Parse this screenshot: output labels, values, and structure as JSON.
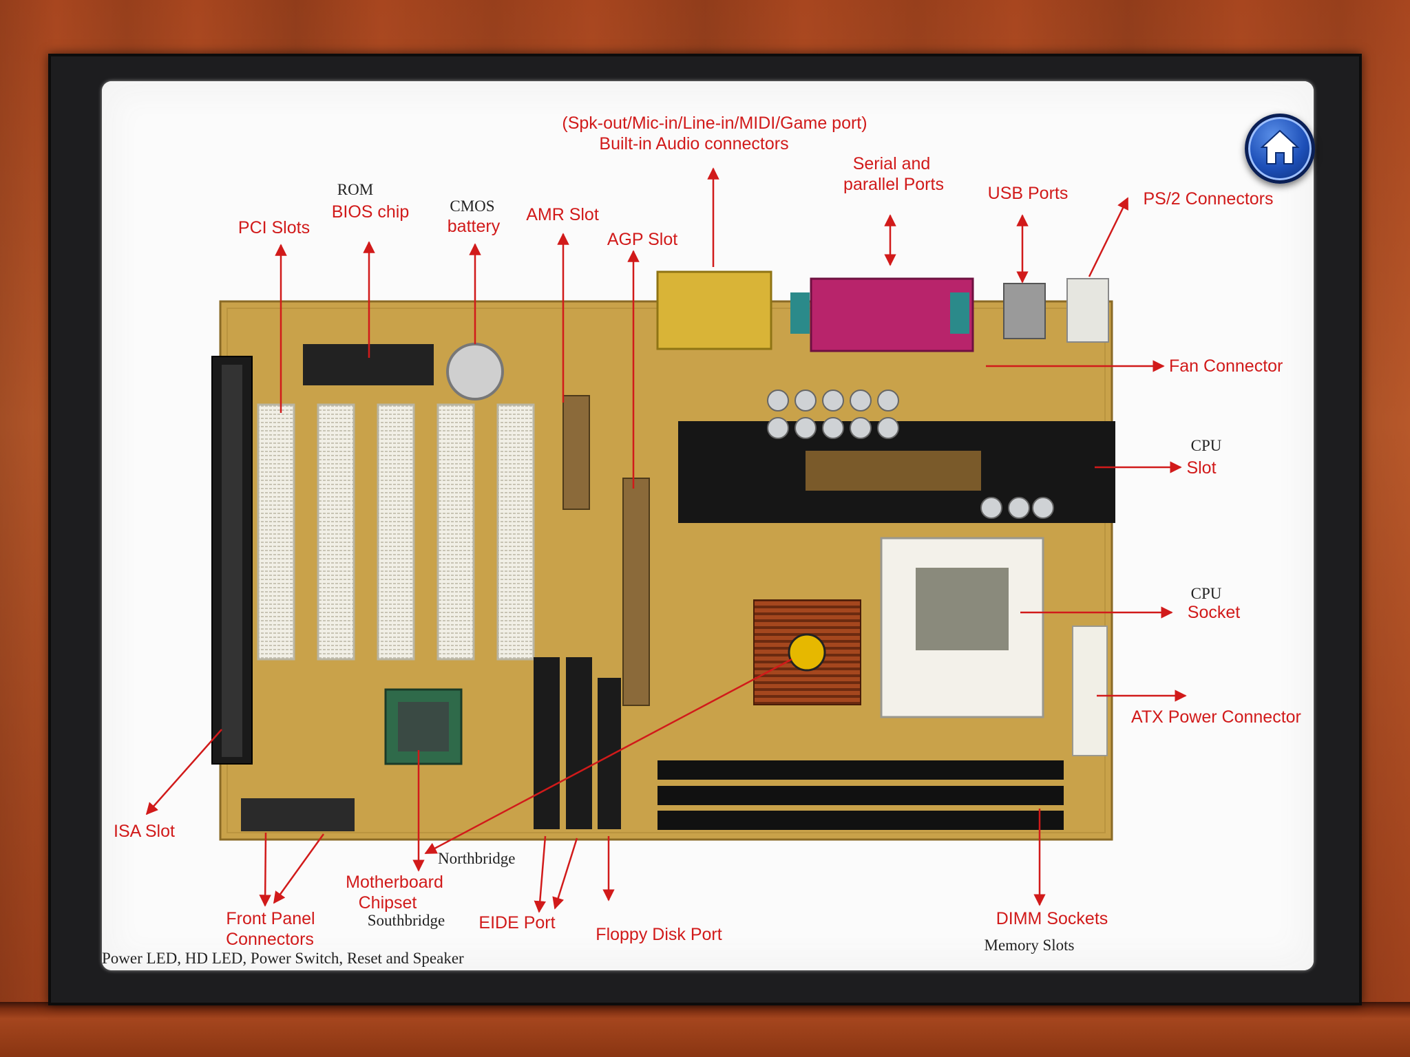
{
  "labels": {
    "audio_line1": "(Spk-out/Mic-in/Line-in/MIDI/Game port)",
    "audio_line2": "Built-in Audio connectors",
    "serial_line1": "Serial and",
    "serial_line2": "parallel Ports",
    "usb": "USB Ports",
    "ps2": "PS/2 Connectors",
    "rom": "ROM",
    "bios": "BIOS chip",
    "cmos": "CMOS",
    "battery": "battery",
    "amr": "AMR Slot",
    "agp": "AGP Slot",
    "pci": "PCI Slots",
    "fan": "Fan Connector",
    "cpu_slot_1": "CPU",
    "cpu_slot_2": "Slot",
    "cpu_socket_1": "CPU",
    "cpu_socket_2": "Socket",
    "atx": "ATX Power Connector",
    "isa": "ISA Slot",
    "northbridge": "Northbridge",
    "chipset_1": "Motherboard",
    "chipset_2": "Chipset",
    "southbridge": "Southbridge",
    "front_panel_1": "Front Panel",
    "front_panel_2": "Connectors",
    "front_panel_note": "Power LED, HD LED, Power Switch, Reset and Speaker",
    "eide": "EIDE Port",
    "floppy": "Floppy Disk Port",
    "dimm": "DIMM Sockets",
    "memory": "Memory Slots"
  },
  "icons": {
    "home": "home-icon"
  },
  "colors": {
    "label_red": "#d11a1a",
    "board": "#c9a24a",
    "frame": "#1d1d1f",
    "wood": "#a8461f"
  }
}
